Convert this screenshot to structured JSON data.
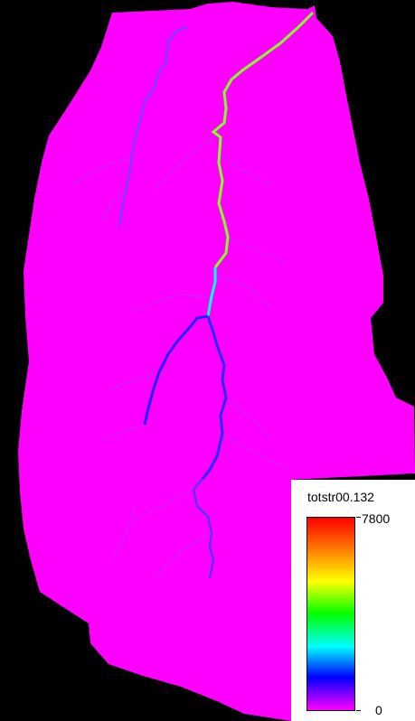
{
  "colors": {
    "background": "#000000",
    "watershed": "#ff00ff",
    "legend_background": "#ffffff"
  },
  "legend": {
    "title": "totstr00.132",
    "max_label": "7800",
    "min_label": "0",
    "color_ramp": [
      "#ff0000",
      "#ff8000",
      "#ffff00",
      "#00ff00",
      "#00ffff",
      "#0000ff",
      "#ff00ff"
    ]
  }
}
